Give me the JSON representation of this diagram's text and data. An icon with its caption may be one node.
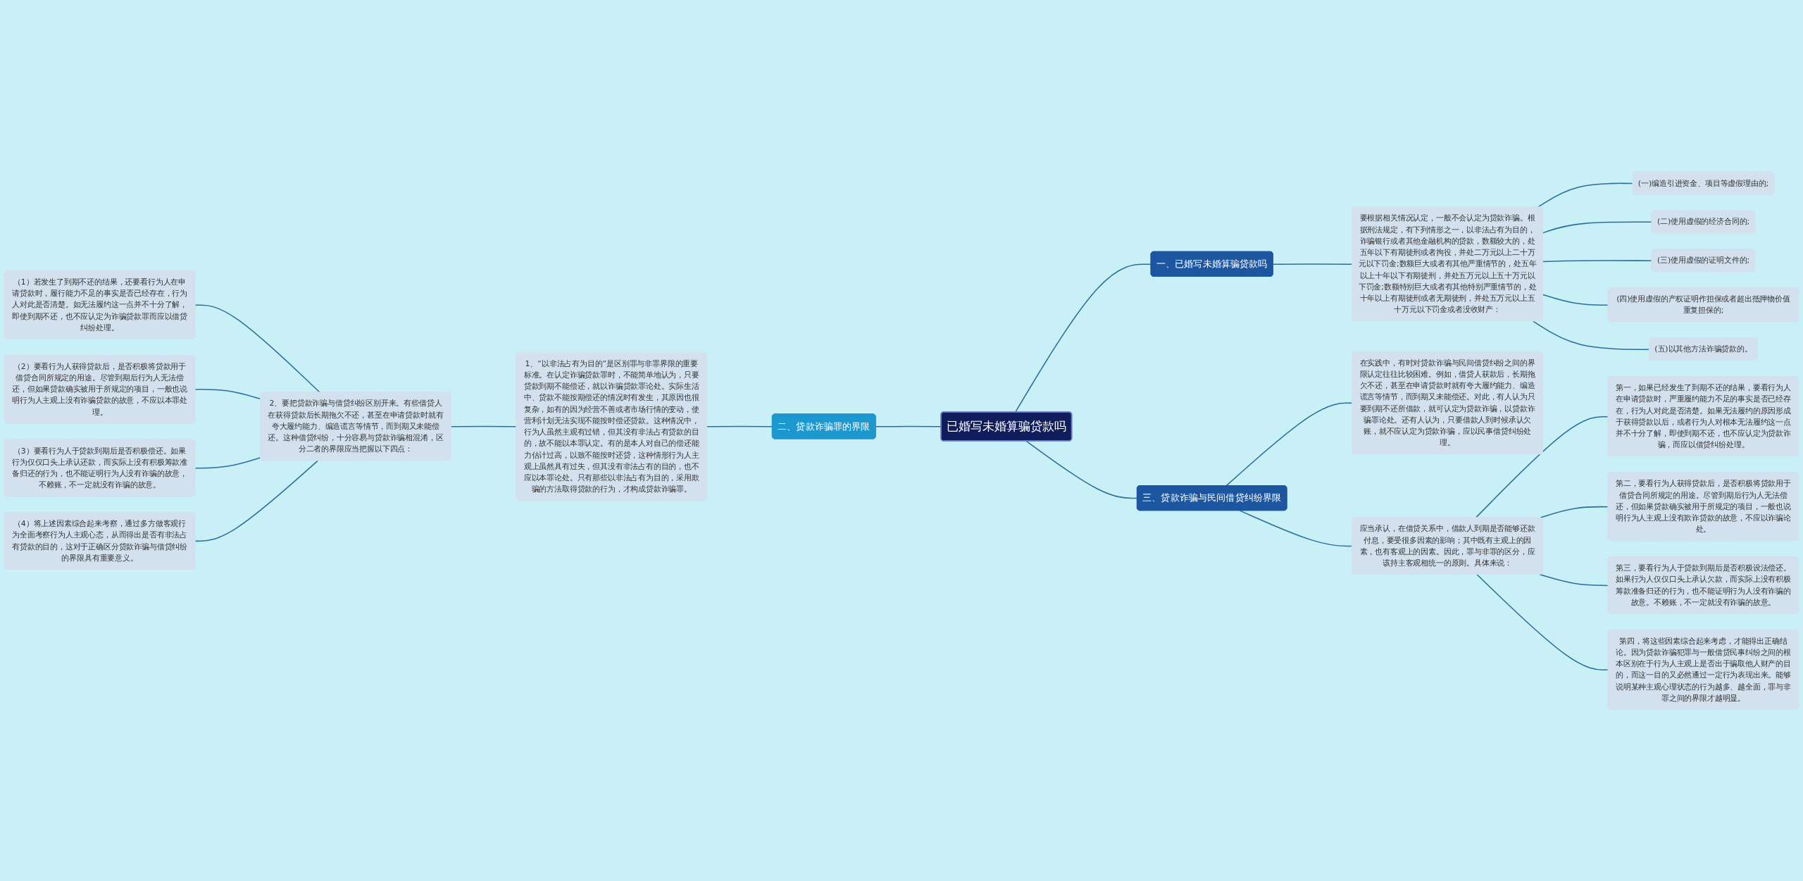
{
  "diagram": {
    "nodes": [
      {
        "text": [
          "已婚写未婚算骗贷款吗"
        ]
      },
      {
        "text": [
          "一、已婚写未婚算骗贷款吗"
        ]
      },
      {
        "text": [
          "二、贷款诈骗罪的界限"
        ]
      },
      {
        "text": [
          "三、贷款诈骗与民间借贷纠纷界限"
        ]
      },
      {
        "text": [
          "要根据相关情况认定，一般不会认定为贷款诈骗。根据刑法规定，有下列情形之一，以非法占有为目的，诈骗银行或者其他金融机构的贷款，数额较大的，处五年以下有期徒刑或者拘役，并处二万元以上二十万元以下罚金;数额巨大或者有其他严重情节的，处五年以上十年以下有期徒刑，并处五万元以上五十万元以下罚金;数额特别巨大或者有其他特别严重情节的，处十年以上有期徒刑或者无期徒刑，并处五万元以上五十万元以下罚金或者没收财产："
        ]
      },
      {
        "text": [
          "(一)编造引进资金、项目等虚假理由的;"
        ]
      },
      {
        "text": [
          "(二)使用虚假的经济合同的;"
        ]
      },
      {
        "text": [
          "(三)使用虚假的证明文件的;"
        ]
      },
      {
        "text": [
          "(四)使用虚假的产权证明作担保或者超出抵押物价值重复担保的;"
        ]
      },
      {
        "text": [
          "(五)以其他方法诈骗贷款的。"
        ]
      },
      {
        "text": [
          "1、“以非法占有为目的”是区别罪与非罪界限的重要标准。在认定诈骗贷款罪时，不能简单地认为，只要贷款到期不能偿还，就以诈骗贷款罪论处。实际生活中、贷款不能按期偿还的情况时有发生，其原因也很复杂，如有的因为经营不善或者市场行情的变动，使营利计划无法实现不能按时偿还贷款。这种情况中，行为人虽然主观有过错，但其没有非法占有贷款的目的，故不能以本罪认定。有的是本人对自己的偿还能力估计过高，以致不能按时还贷，这种情形行为人主观上虽然具有过失，但其没有非法占有的目的，也不应以本罪论处。只有那些以非法占有为目的，采用欺骗的方法取得贷款的行为，才构成贷款诈骗罪。"
        ]
      },
      {
        "text": [
          "2、要把贷款诈骗与借贷纠纷区别开来。有些借贷人在获得贷款后长期拖欠不还，甚至在申请贷款时就有夸大履约能力、编造谎言等情节，而到期又未能偿还。这种借贷纠纷，十分容易与贷款诈骗相混淆，区分二者的界限应当把握以下四点："
        ]
      },
      {
        "text": [
          "（1）若发生了到期不还的结果，还要看行为人在申请贷款时，履行能力不足的事实是否已经存在，行为人对此是否清楚。如无法履约这一点并不十分了解，即使到期不还，也不应认定为诈骗贷款罪而应以借贷纠纷处理。"
        ]
      },
      {
        "text": [
          "（2）要看行为人获得贷款后，是否积极将贷款用于借贷合同所规定的用途。尽管到期后行为人无法偿还，但如果贷款确实被用于所规定的项目，一般也说明行为人主观上没有诈骗贷款的故意，不应以本罪处理。"
        ]
      },
      {
        "text": [
          "（3）要看行为人于贷款到期后是否积极偿还。如果行为仅仅口头上承认还款，而实际上没有积极筹款准备归还的行为，也不能证明行为人没有诈骗的故意，不赖账，不一定就没有诈骗的故意。"
        ]
      },
      {
        "text": [
          "（4）将上述因素综合起来考察，通过多方做客观行为全面考察行为人主观心态，从而得出是否有非法占有贷款的目的，这对于正确区分贷款诈骗与借贷纠纷的界限具有重要意义。"
        ]
      },
      {
        "text": [
          "在实践中，有时对贷款诈骗与民间借贷纠纷之间的界限认定往往比较困难。例如，借贷人获款后，长期拖欠不还，甚至在申请贷款时就有夸大履约能力、编造谎言等情节，而到期又未能偿还。对此，有人认为只要到期不还所借款，就可认定为贷款诈骗，以贷款诈骗罪论处。还有人认为，只要借款人到时候承认欠账，就不应认定为贷款诈骗，应以民事借贷纠纷处理。"
        ]
      },
      {
        "text": [
          "应当承认，在借贷关系中，借款人到期是否能够还款付息，要受很多因素的影响；其中既有主观上的因素，也有客观上的因素。因此，罪与非罪的区分，应该持主客观相统一的原则。具体来说："
        ]
      },
      {
        "text": [
          "第一，如果已经发生了到期不还的结果，要看行为人在申请贷款时，严重履约能力不足的事实是否已经存在，行为人对此是否清楚。如果无法履约的原因形成于获得贷款以后，或者行为人对根本无法履约这一点并不十分了解，即使到期不还，也不应认定为贷款诈骗，而应以借贷纠纷处理。"
        ]
      },
      {
        "text": [
          "第二，要看行为人获得贷款后，是否积极将贷款用于借贷合同所规定的用途。尽管到期后行为人无法偿还，但如果贷款确实被用于所规定的项目，一般也说明行为人主观上没有欺诈贷款的故意，不应以诈骗论处。"
        ]
      },
      {
        "text": [
          "第三，要看行为人于贷款到期后是否积极设法偿还。如果行为人仅仅口头上承认欠款，而实际上没有积极筹款准备归还的行为，也不能证明行为人没有诈骗的故意。不赖账，不一定就没有诈骗的故意。"
        ]
      },
      {
        "text": [
          "第四，将这些因素综合起来考虑，才能得出正确结论。因为贷款诈骗犯罪与一般借贷民事纠纷之间的根本区别在于行为人主观上是否出于骗取他人财产的目的，而这一目的又必然通过一定行为表现出来。能够说明某种主观心理状态的行为越多、越全面，罪与非罪之间的界限才越明显。"
        ]
      }
    ],
    "edges": [
      {
        "from": 0,
        "to": 1,
        "arrow": "none"
      },
      {
        "from": 0,
        "to": 2,
        "arrow": "none"
      },
      {
        "from": 0,
        "to": 3,
        "arrow": "none"
      },
      {
        "from": 1,
        "to": 4,
        "arrow": "none"
      },
      {
        "from": 4,
        "to": 5,
        "arrow": "none"
      },
      {
        "from": 4,
        "to": 6,
        "arrow": "none"
      },
      {
        "from": 4,
        "to": 7,
        "arrow": "none"
      },
      {
        "from": 4,
        "to": 8,
        "arrow": "none"
      },
      {
        "from": 4,
        "to": 9,
        "arrow": "none"
      },
      {
        "from": 2,
        "to": 10,
        "arrow": "none"
      },
      {
        "from": 10,
        "to": 11,
        "arrow": "none"
      },
      {
        "from": 11,
        "to": 12,
        "arrow": "none"
      },
      {
        "from": 11,
        "to": 13,
        "arrow": "none"
      },
      {
        "from": 11,
        "to": 14,
        "arrow": "none"
      },
      {
        "from": 11,
        "to": 15,
        "arrow": "none"
      },
      {
        "from": 3,
        "to": 16,
        "arrow": "none"
      },
      {
        "from": 3,
        "to": 17,
        "arrow": "none"
      },
      {
        "from": 17,
        "to": 18,
        "arrow": "none"
      },
      {
        "from": 17,
        "to": 19,
        "arrow": "none"
      },
      {
        "from": 17,
        "to": 20,
        "arrow": "none"
      },
      {
        "from": 17,
        "to": 21,
        "arrow": "none"
      }
    ]
  }
}
